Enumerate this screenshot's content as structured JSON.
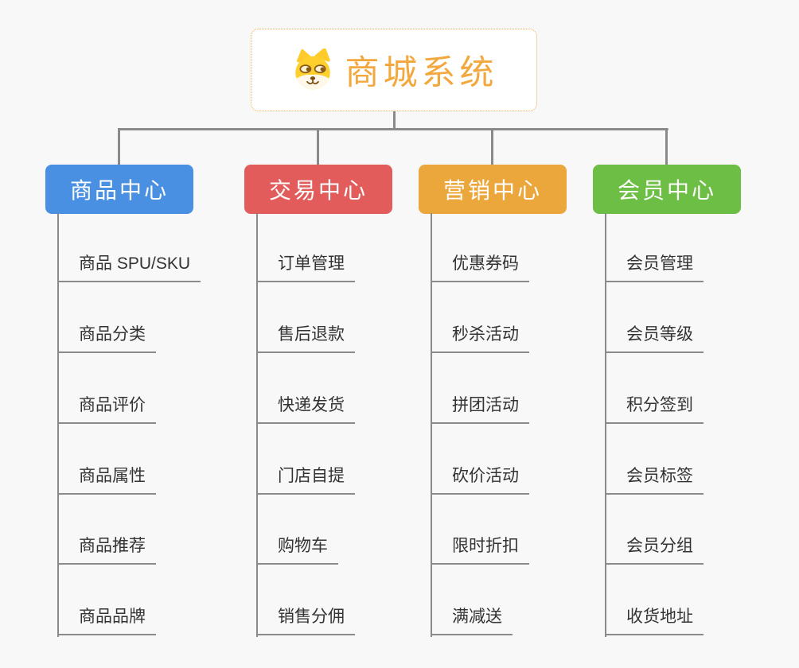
{
  "root": {
    "title": "商城系统",
    "icon": "shiba-dog-icon",
    "title_color": "#F2A83E",
    "border_color": "#F3AC4E"
  },
  "colors": {
    "canvas_background": "#F8F8F8",
    "connector": "#8a8a8a",
    "child_text": "#333333"
  },
  "branches": [
    {
      "label": "商品中心",
      "color": "#4A90E2",
      "children": [
        "商品 SPU/SKU",
        "商品分类",
        "商品评价",
        "商品属性",
        "商品推荐",
        "商品品牌"
      ]
    },
    {
      "label": "交易中心",
      "color": "#E25C5C",
      "children": [
        "订单管理",
        "售后退款",
        "快递发货",
        "门店自提",
        "购物车",
        "销售分佣"
      ]
    },
    {
      "label": "营销中心",
      "color": "#EBA63C",
      "children": [
        "优惠券码",
        "秒杀活动",
        "拼团活动",
        "砍价活动",
        "限时折扣",
        "满减送"
      ]
    },
    {
      "label": "会员中心",
      "color": "#6DBE45",
      "children": [
        "会员管理",
        "会员等级",
        "积分签到",
        "会员标签",
        "会员分组",
        "收货地址"
      ]
    }
  ]
}
